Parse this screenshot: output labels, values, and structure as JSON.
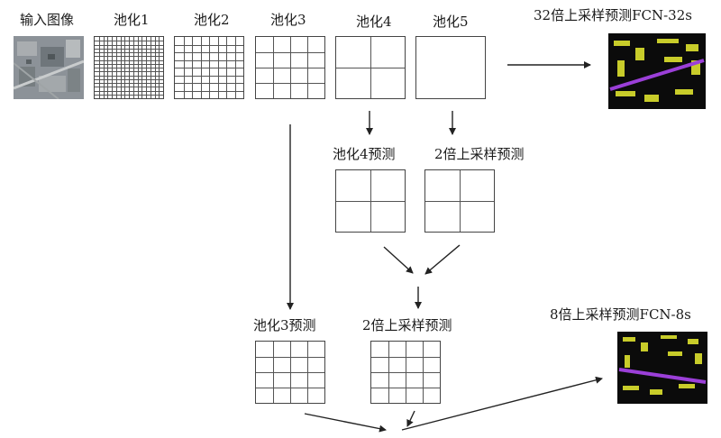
{
  "labels": {
    "input": "输入图像",
    "pool1": "池化1",
    "pool2": "池化2",
    "pool3": "池化3",
    "pool4": "池化4",
    "pool5": "池化5",
    "fcn32s": "32倍上采样预测FCN-32s",
    "pool4_pred": "池化4预测",
    "up2_a": "2倍上采样预测",
    "pool3_pred": "池化3预测",
    "up2_b": "2倍上采样预测",
    "fcn8s": "8倍上采样预测FCN-8s"
  },
  "grids": {
    "pool1": 16,
    "pool2": 8,
    "pool3": 4,
    "pool4": 2,
    "pool5": 1,
    "pool4_pred": 2,
    "up2_a": 2,
    "pool3_pred": 4,
    "up2_b": 4
  },
  "colors": {
    "grid_line": "#555555",
    "arrow": "#222222",
    "prediction_bg": "#0b0b0b",
    "prediction_yellow": "#c8cc2a",
    "prediction_purple": "#9b3fd8",
    "aerial_gray": "#8c9298"
  },
  "icons": [
    "aerial-photo",
    "segmentation-map"
  ]
}
